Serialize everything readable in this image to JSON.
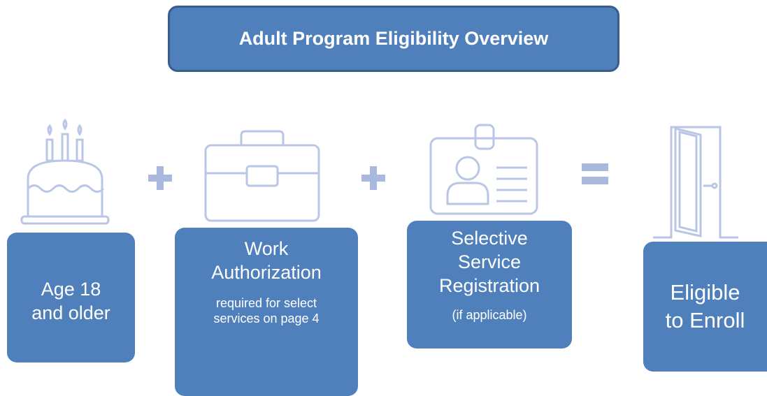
{
  "title": "Adult Program Eligibility Overview",
  "colors": {
    "box_fill": "#4f80bc",
    "title_border": "#3a5d8a",
    "icon_stroke": "#b9c6e6",
    "operator": "#a9b8dc"
  },
  "steps": [
    {
      "icon": "birthday-cake-icon",
      "lines": [
        "Age 18",
        "and older"
      ],
      "note": []
    },
    {
      "icon": "briefcase-icon",
      "lines": [
        "Work",
        "Authorization"
      ],
      "note": [
        "required for select",
        "services on page 4"
      ]
    },
    {
      "icon": "id-badge-icon",
      "lines": [
        "Selective",
        "Service",
        "Registration"
      ],
      "note": [
        "(if applicable)"
      ]
    },
    {
      "icon": "open-door-icon",
      "lines": [
        "Eligible",
        "to Enroll"
      ],
      "note": []
    }
  ],
  "operators": [
    "plus-icon",
    "plus-icon",
    "equals-icon"
  ]
}
